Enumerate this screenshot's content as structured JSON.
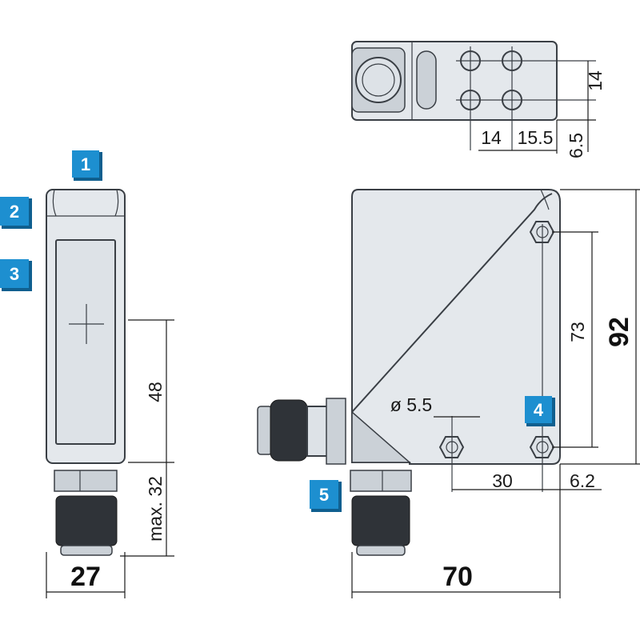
{
  "dimensions": {
    "hole_pitch_vertical": "14",
    "hole_pitch_horizontal_1": "14",
    "hole_pitch_horizontal_2": "15.5",
    "hole_edge_offset": "6.5",
    "front_height_48": "48",
    "connector_length": "max. 32",
    "front_width": "27",
    "mount_hole_diameter": "ø 5.5",
    "mount_hole_spacing_vertical": "73",
    "total_height": "92",
    "mount_hole_spacing_horizontal": "30",
    "mount_hole_edge_offset": "6.2",
    "total_width": "70"
  },
  "callouts": [
    "1",
    "2",
    "3",
    "4",
    "5"
  ],
  "colors": {
    "callout_blue": "#1d8fd0",
    "housing_gray": "#e4e8ec",
    "outline": "#3a3f45"
  }
}
